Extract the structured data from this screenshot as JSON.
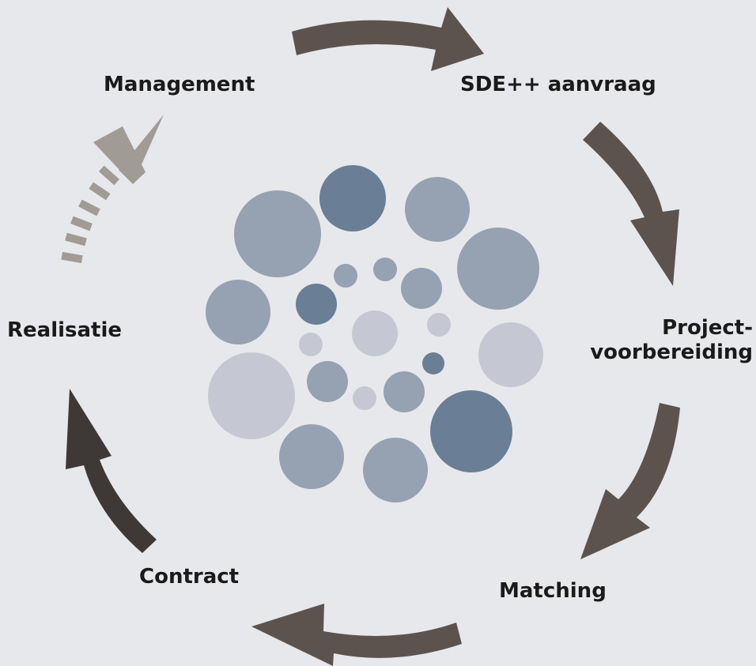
{
  "cycle": {
    "stages": [
      {
        "label": "Management"
      },
      {
        "label": "SDE++ aanvraag"
      },
      {
        "label_line1": "Project-",
        "label_line2": "voorbereiding"
      },
      {
        "label": "Matching"
      },
      {
        "label": "Contract"
      },
      {
        "label": "Realisatie"
      }
    ]
  },
  "colors": {
    "background": "#e7e8ec",
    "arrow_dark": "#5c534e",
    "arrow_darker": "#3e3936",
    "arrow_light": "#a19b96",
    "bubble_light": "#c5c8d2",
    "bubble_mid": "#96a1b1",
    "bubble_dark": "#6a7f95"
  }
}
